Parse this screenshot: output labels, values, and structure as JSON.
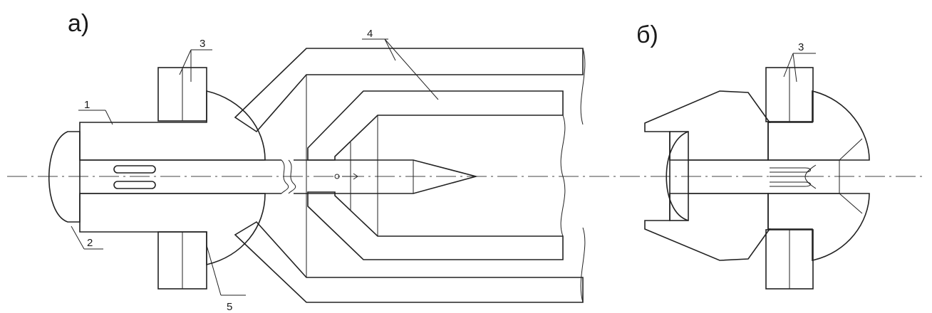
{
  "panels": {
    "a": {
      "label": "а)"
    },
    "b": {
      "label": "б)"
    }
  },
  "callouts": {
    "c1": "1",
    "c2": "2",
    "c3a": "3",
    "c4": "4",
    "c5": "5",
    "c3b": "3"
  }
}
